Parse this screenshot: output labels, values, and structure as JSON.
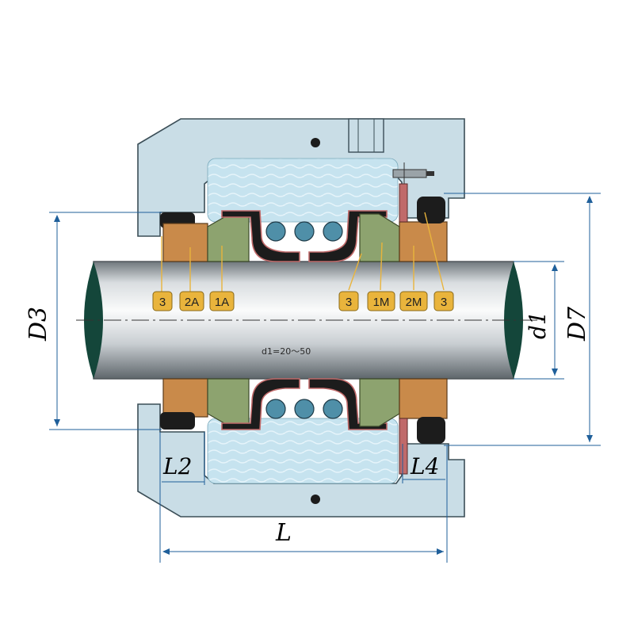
{
  "diagram": {
    "dimensions": {
      "D3": "D3",
      "L2": "L2",
      "L": "L",
      "L4": "L4",
      "d1": "d1",
      "D7": "D7"
    },
    "shaft_spec": "d1=20～50",
    "part_labels_left": [
      "3",
      "2A",
      "1A"
    ],
    "part_labels_right": [
      "3",
      "1M",
      "2M",
      "3"
    ],
    "colors": {
      "housing": "#c9dde6",
      "housing_edge": "#3b4e57",
      "fluid": "#c6e3ef",
      "stationary_ring": "#c98a4a",
      "rotating_ring": "#8da36f",
      "elastomer": "#1c1c1c",
      "spring": "#4f8fa8",
      "shaft_light": "#f2f4f5",
      "shaft_dark": "#7b8288",
      "shaft_end": "#14463a",
      "badge": "#e9b43c",
      "dimension_line": "#1f5f9a"
    }
  }
}
